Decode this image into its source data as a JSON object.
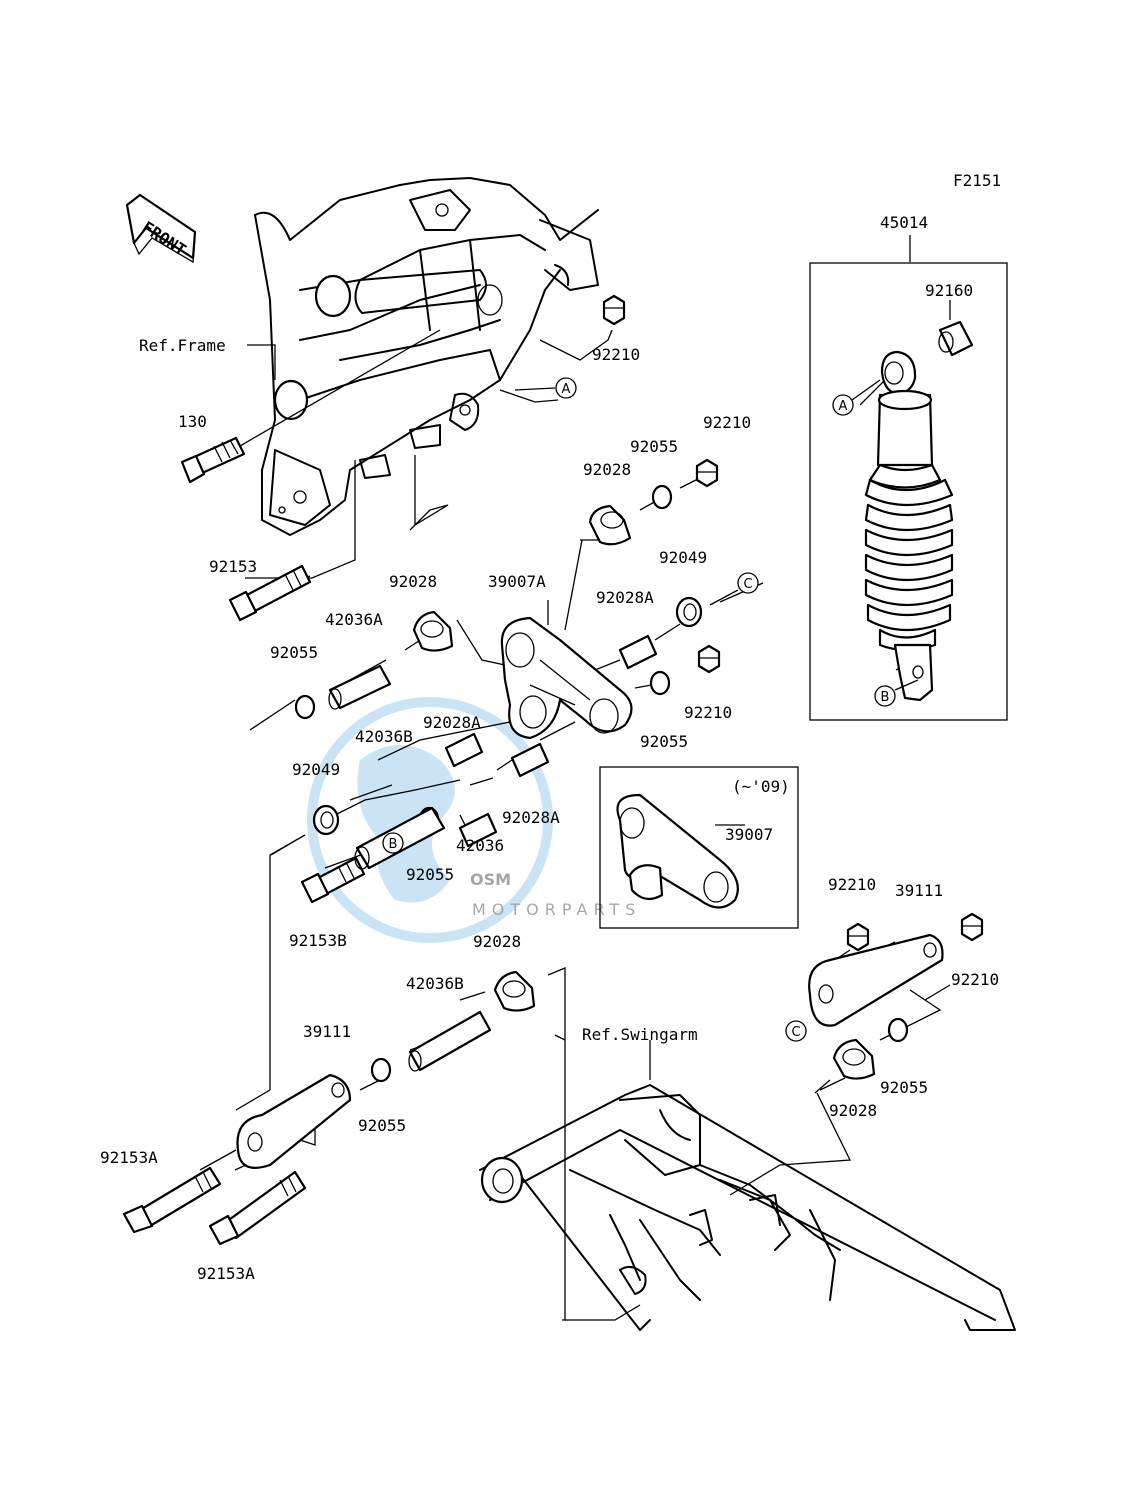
{
  "figure_code": "F2151",
  "front_arrow": "FRONT",
  "watermark": {
    "logo": "OSM",
    "text": "MOTORPARTS",
    "color": "#6ab4e8"
  },
  "refs": {
    "frame": "Ref.Frame",
    "swingarm": "Ref.Swingarm"
  },
  "markers": {
    "a": "A",
    "b": "B",
    "c": "C"
  },
  "inset": {
    "note": "(~'09)",
    "part": "39007"
  },
  "labels": {
    "p45014": "45014",
    "p92160": "92160",
    "p92210_top": "92210",
    "p130": "130",
    "p92210_upper": "92210",
    "p92055_upper": "92055",
    "p92028_upper": "92028",
    "p92153": "92153",
    "p92028_mid": "92028",
    "p39007A": "39007A",
    "p92049_right": "92049",
    "p92028A_right": "92028A",
    "p42036A": "42036A",
    "p92055_left": "92055",
    "p92210_mid": "92210",
    "p92055_mid": "92055",
    "p92028A_center": "92028A",
    "p42036B_upper": "42036B",
    "p92049_left": "92049",
    "p92028A_lower": "92028A",
    "p42036": "42036",
    "p92055_center": "92055",
    "p92153B": "92153B",
    "p92210_right1": "92210",
    "p39111_right": "39111",
    "p92210_right2": "92210",
    "p92028_lower": "92028",
    "p42036B_lower": "42036B",
    "p39111_left": "39111",
    "p92055_lower": "92055",
    "p92055_right": "92055",
    "p92028_right": "92028",
    "p92153A_left": "92153A",
    "p92153A_bottom": "92153A"
  }
}
